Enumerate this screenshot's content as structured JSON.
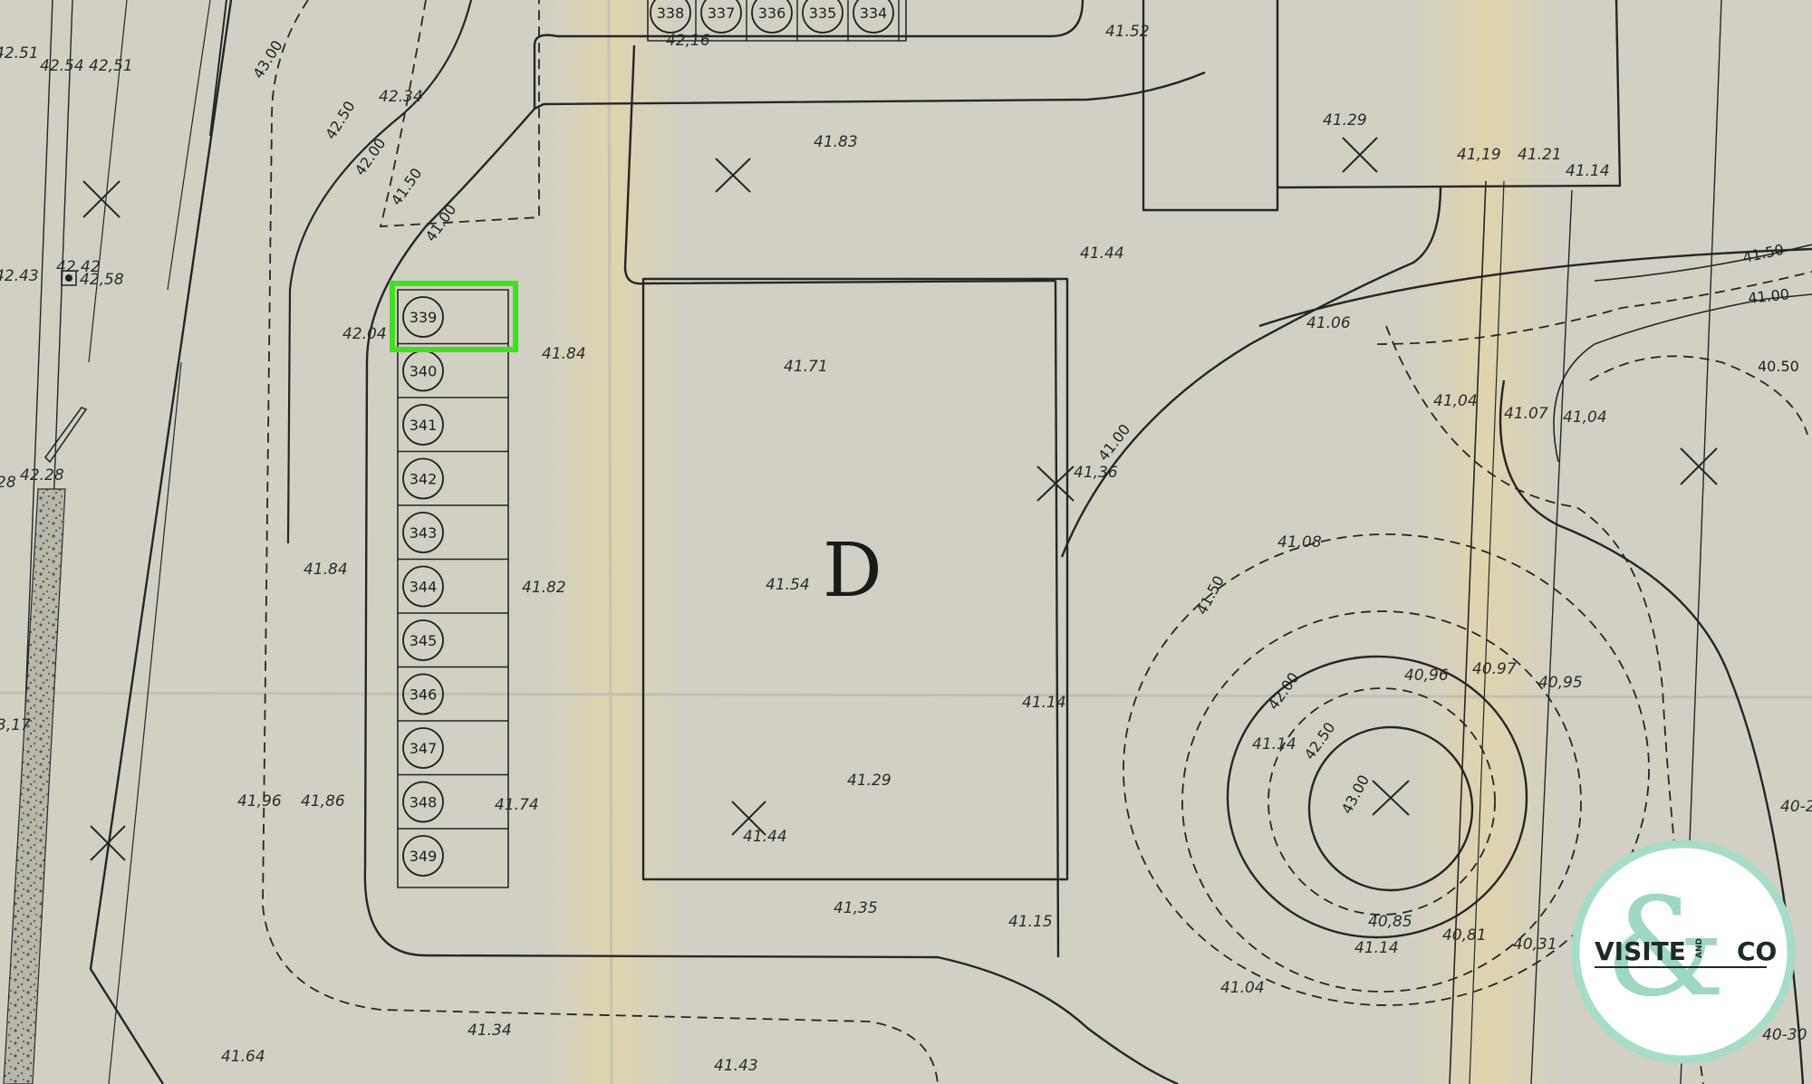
{
  "zone_label": "D",
  "highlighted_lot": "339",
  "highlight_color": "#3fe01f",
  "paper_color": "#d2d0c4",
  "top_lots": [
    "338",
    "337",
    "336",
    "335",
    "334"
  ],
  "column_lots": [
    "339",
    "340",
    "341",
    "342",
    "343",
    "344",
    "345",
    "346",
    "347",
    "348",
    "349"
  ],
  "contour_labels": [
    {
      "id": "c-4300-top",
      "text": "43.00"
    },
    {
      "id": "c-4250-top",
      "text": "42.50"
    },
    {
      "id": "c-4200-top",
      "text": "42.00"
    },
    {
      "id": "c-4150-top",
      "text": "41.50"
    },
    {
      "id": "c-4100-top",
      "text": "41.00"
    },
    {
      "id": "c-4150-right",
      "text": "41.50"
    },
    {
      "id": "c-4100-right",
      "text": "41.00"
    },
    {
      "id": "c-4050-right",
      "text": "40.50"
    },
    {
      "id": "c-4100-mid",
      "text": "41.00"
    },
    {
      "id": "c-4150-hill",
      "text": "41.50"
    },
    {
      "id": "c-4200-hill",
      "text": "42.00"
    },
    {
      "id": "c-4250-hill",
      "text": "42.50"
    },
    {
      "id": "c-4300-hill",
      "text": "43.00"
    }
  ],
  "spot_elevations": [
    {
      "id": "e1",
      "text": "42.51"
    },
    {
      "id": "e2",
      "text": "42.54"
    },
    {
      "id": "e3",
      "text": "42,51"
    },
    {
      "id": "e4",
      "text": "42.34"
    },
    {
      "id": "e5",
      "text": "42,16"
    },
    {
      "id": "e6",
      "text": "41.52"
    },
    {
      "id": "e7",
      "text": "41.83"
    },
    {
      "id": "e8",
      "text": "41.29"
    },
    {
      "id": "e9",
      "text": "41,19"
    },
    {
      "id": "e10",
      "text": "41.21"
    },
    {
      "id": "e11",
      "text": "41.14"
    },
    {
      "id": "e12",
      "text": "41.44"
    },
    {
      "id": "e13",
      "text": "42.43"
    },
    {
      "id": "e14",
      "text": "42.42"
    },
    {
      "id": "e15",
      "text": "42,58"
    },
    {
      "id": "e16",
      "text": "42.04"
    },
    {
      "id": "e17",
      "text": "41.84"
    },
    {
      "id": "e18",
      "text": "41.71"
    },
    {
      "id": "e19",
      "text": "41.06"
    },
    {
      "id": "e20",
      "text": "41,04"
    },
    {
      "id": "e21",
      "text": "41.07"
    },
    {
      "id": "e22",
      "text": "41,04"
    },
    {
      "id": "e23",
      "text": "42.28"
    },
    {
      "id": "e24",
      "text": "41,36"
    },
    {
      "id": "e25",
      "text": "41.08"
    },
    {
      "id": "e26",
      "text": "41.84"
    },
    {
      "id": "e27",
      "text": "41.82"
    },
    {
      "id": "e28",
      "text": "41.54"
    },
    {
      "id": "e29",
      "text": "40,96"
    },
    {
      "id": "e30",
      "text": "40.97"
    },
    {
      "id": "e31",
      "text": "40,95"
    },
    {
      "id": "e32",
      "text": "41.14"
    },
    {
      "id": "e33",
      "text": "41.14"
    },
    {
      "id": "e34",
      "text": "41.29"
    },
    {
      "id": "e35",
      "text": "41,96"
    },
    {
      "id": "e36",
      "text": "41,86"
    },
    {
      "id": "e37",
      "text": "41.74"
    },
    {
      "id": "e38",
      "text": "41.44"
    },
    {
      "id": "e39",
      "text": "41,35"
    },
    {
      "id": "e40",
      "text": "41.15"
    },
    {
      "id": "e41",
      "text": "40,85"
    },
    {
      "id": "e42",
      "text": "40,81"
    },
    {
      "id": "e43",
      "text": "40,31"
    },
    {
      "id": "e44",
      "text": "41.14"
    },
    {
      "id": "e45",
      "text": "41.04"
    },
    {
      "id": "e46",
      "text": "41.34"
    },
    {
      "id": "e47",
      "text": "41.64"
    },
    {
      "id": "e48",
      "text": "41.43"
    },
    {
      "id": "e49",
      "text": "3,17"
    },
    {
      "id": "e50",
      "text": "28"
    },
    {
      "id": "e51",
      "text": "40-30"
    },
    {
      "id": "e52",
      "text": "40-2"
    }
  ],
  "logo": {
    "left_word": "VISITE",
    "ampersand": "&",
    "and_small": "AND",
    "right_word": "CO",
    "ring_color": "#a7dcc6",
    "amp_color": "#9fd8c0"
  }
}
